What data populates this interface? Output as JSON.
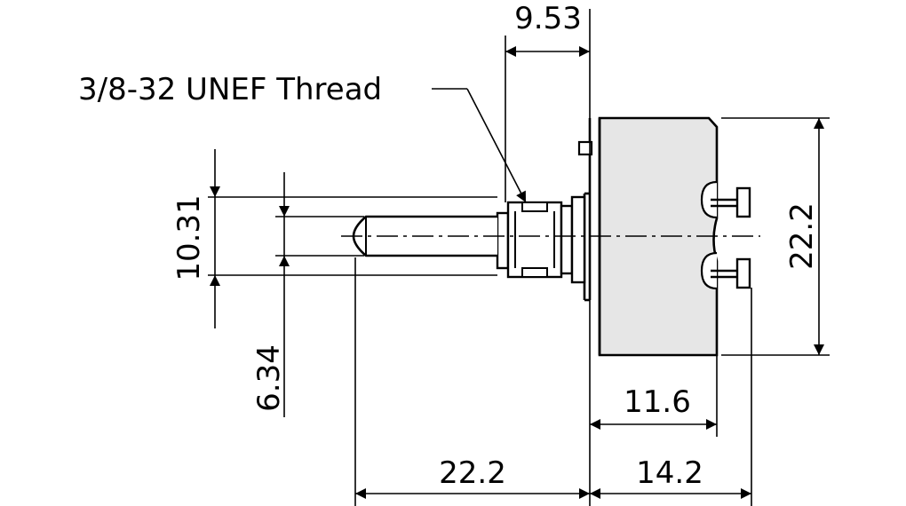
{
  "thread_callout": "3/8-32 UNEF Thread",
  "dimensions": {
    "shaft_flat_length": "9.53",
    "body_height": "22.2",
    "bushing_diameter": "10.31",
    "shaft_diameter": "6.34",
    "body_depth": "11.6",
    "shaft_length": "22.2",
    "terminal_depth": "14.2"
  },
  "colors": {
    "line": "#000000",
    "body_fill": "#e6e6e6",
    "background": "#ffffff"
  }
}
